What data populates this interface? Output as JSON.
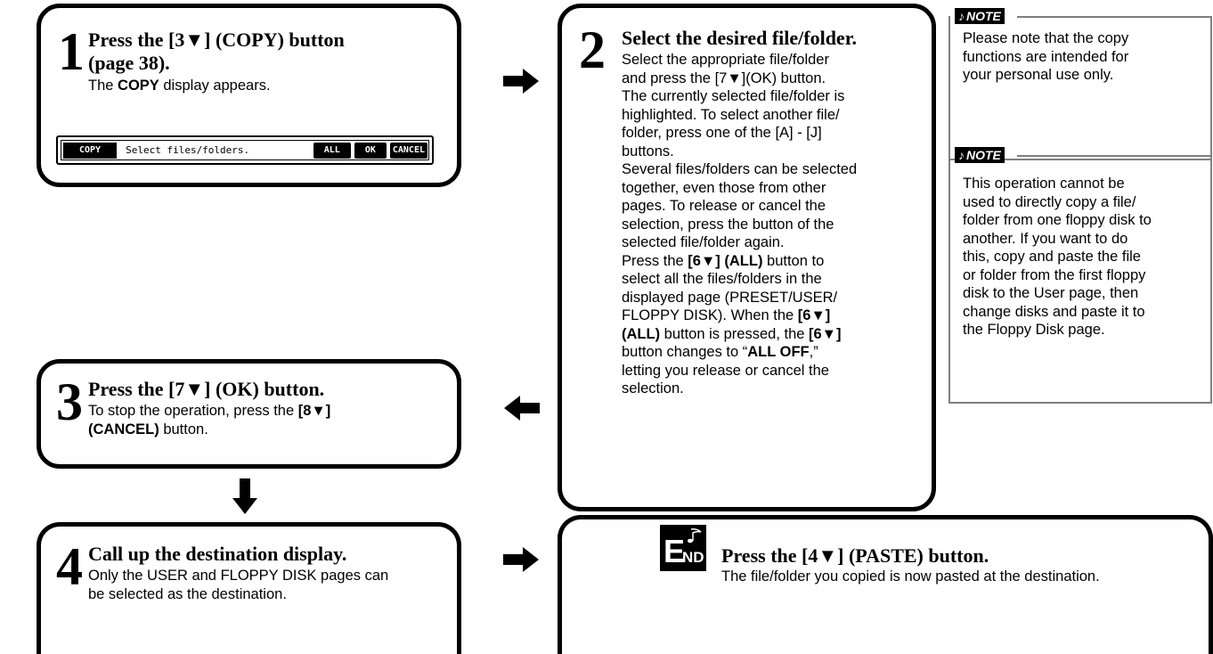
{
  "step1": {
    "number": "1",
    "title_line1": "Press the [3▼] (COPY) button",
    "title_line2": "(page 38).",
    "text_before": "The ",
    "text_bold": "COPY",
    "text_after": " display appears.",
    "lcd": {
      "tag": "COPY",
      "message": "Select files/folders.",
      "btn_all": "ALL",
      "btn_ok": "OK",
      "btn_cancel": "CANCEL"
    }
  },
  "step2": {
    "number": "2",
    "title": "Select the desired file/folder.",
    "lines": [
      "Select the appropriate file/folder",
      "and press the [7▼](OK) button.",
      "The currently selected file/folder is",
      "highlighted. To select another file/",
      "folder, press one of the [A] - [J]",
      "buttons.",
      "Several files/folders can be selected",
      "together, even those from other",
      "pages. To release or cancel the",
      "selection, press the button of the",
      "selected file/folder again."
    ],
    "p2_l1_a": "Press the ",
    "p2_l1_b": "[6▼] (ALL)",
    "p2_l1_c": " button to",
    "p2_l2": "select all the files/folders in the",
    "p2_l3": "displayed page (PRESET/USER/",
    "p2_l4_a": "FLOPPY DISK). When the ",
    "p2_l4_b": "[6▼]",
    "p2_l5_a": "(ALL)",
    "p2_l5_b": " button is pressed, the ",
    "p2_l5_c": "[6▼]",
    "p2_l6_a": "button changes to “",
    "p2_l6_b": "ALL OFF",
    "p2_l6_c": ",”",
    "p2_l7": "letting you release or cancel the",
    "p2_l8": "selection."
  },
  "step3": {
    "number": "3",
    "title": "Press the [7▼] (OK) button.",
    "l1_a": "To stop the operation, press the ",
    "l1_b": "[8▼]",
    "l2_a": "(CANCEL)",
    "l2_b": " button."
  },
  "step4": {
    "number": "4",
    "title": "Call up the destination display.",
    "l1": "Only the USER and FLOPPY DISK pages can",
    "l2": "be selected as the destination."
  },
  "end_step": {
    "icon_e": "E",
    "icon_nd": "ND",
    "title": "Press the [4▼] (PASTE) button.",
    "text": "The file/folder you copied is now pasted at the destination."
  },
  "note1": {
    "badge": "NOTE",
    "lines": [
      "Please note that the copy",
      "functions are intended for",
      "your personal use only."
    ]
  },
  "note2": {
    "badge": "NOTE",
    "lines": [
      "This operation cannot be",
      "used to directly copy a file/",
      "folder from one floppy disk to",
      "another. If you want to do",
      "this, copy and paste the file",
      "or folder from the first floppy",
      "disk to the User page, then",
      "change disks and paste it to",
      "the Floppy Disk page."
    ]
  }
}
